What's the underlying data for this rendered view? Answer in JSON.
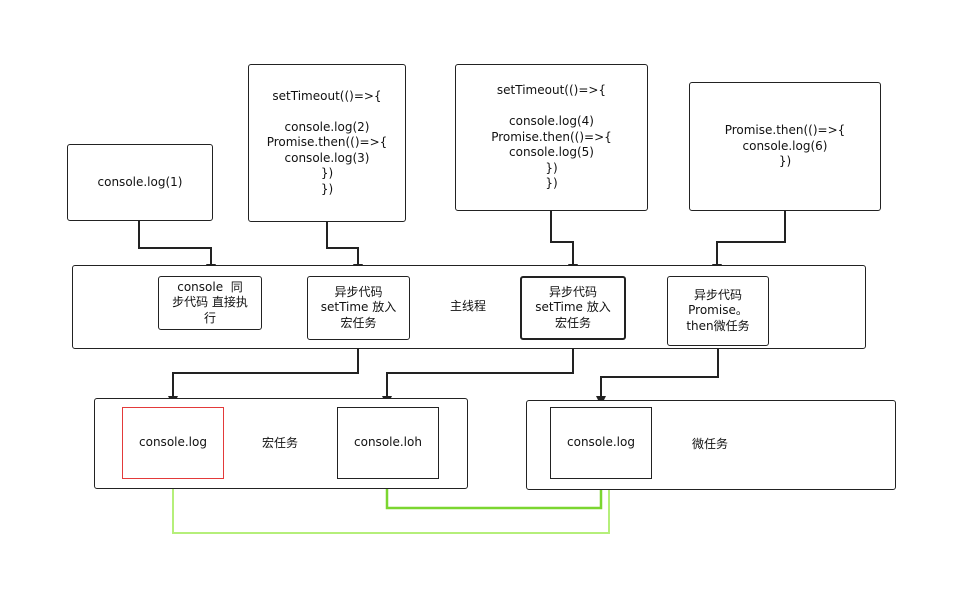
{
  "code_blocks": {
    "log1": [
      "console.log(1)"
    ],
    "timeout1": [
      "setTimeout(()=>{",
      "",
      "console.log(2)",
      "Promise.then(()=>{",
      "console.log(3)",
      "})",
      "})"
    ],
    "timeout2": [
      "setTimeout(()=>{",
      "",
      "console.log(4)",
      "Promise.then(()=>{",
      "console.log(5)",
      "})",
      "})"
    ],
    "promise": [
      "Promise.then(()=>{",
      "console.log(6)",
      "})"
    ]
  },
  "main_thread": {
    "sync_node": "console  同\n步代码 直接执\n行",
    "async_node_1": "异步代码\nsetTime 放入\n宏任务",
    "async_node_2": "异步代码\nsetTime 放入\n宏任务",
    "async_node_3": "异步代码\nPromise。\nthen微任务",
    "edge_label": "主线程"
  },
  "macro_queue": {
    "item_1": "console.log",
    "item_2": "console.loh",
    "edge_label": "宏任务"
  },
  "micro_queue": {
    "item_1": "console.log",
    "label": "微任务"
  }
}
